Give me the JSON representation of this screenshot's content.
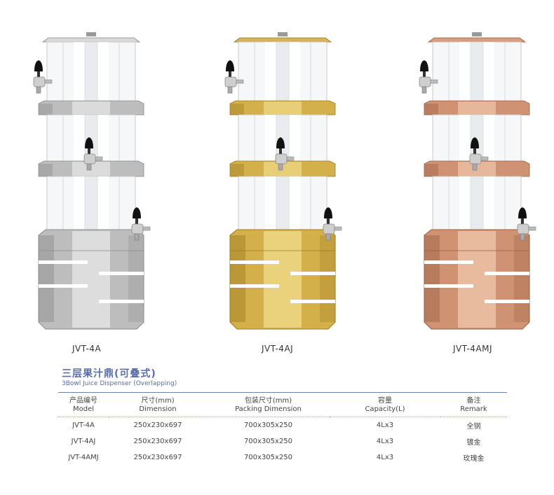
{
  "products": [
    {
      "model": "JVT-4A",
      "finish": "silver",
      "colors": {
        "light": "#e8e8e8",
        "mid": "#bdbdbd",
        "dark": "#8a8a8a",
        "top": "#d9d9d9"
      }
    },
    {
      "model": "JVT-4AJ",
      "finish": "gold",
      "colors": {
        "light": "#f2dc8c",
        "mid": "#d4b04a",
        "dark": "#9c7a22",
        "top": "#d6b35a"
      }
    },
    {
      "model": "JVT-4AMJ",
      "finish": "rose-gold",
      "colors": {
        "light": "#f0c7ad",
        "mid": "#cf9272",
        "dark": "#9a5f44",
        "top": "#d89c7f"
      }
    }
  ],
  "title": {
    "cn": "三层果汁鼎(可叠式)",
    "en": "3Bowl Juice Dispenser (Overlapping)"
  },
  "table": {
    "headers": [
      {
        "cn": "产品编号",
        "en": "Model"
      },
      {
        "cn": "尺寸(mm)",
        "en": "Dimension"
      },
      {
        "cn": "包装尺寸(mm)",
        "en": "Packing Dimension"
      },
      {
        "cn": "容量",
        "en": "Capacity(L)"
      },
      {
        "cn": "备注",
        "en": "Remark"
      }
    ],
    "rows": [
      [
        "JVT-4A",
        "250x230x697",
        "700x305x250",
        "4Lx3",
        "全钢"
      ],
      [
        "JVT-4AJ",
        "250x230x697",
        "700x305x250",
        "4Lx3",
        "镀金"
      ],
      [
        "JVT-4AMJ",
        "250x230x697",
        "700x305x250",
        "4Lx3",
        "玫瑰金"
      ]
    ]
  }
}
